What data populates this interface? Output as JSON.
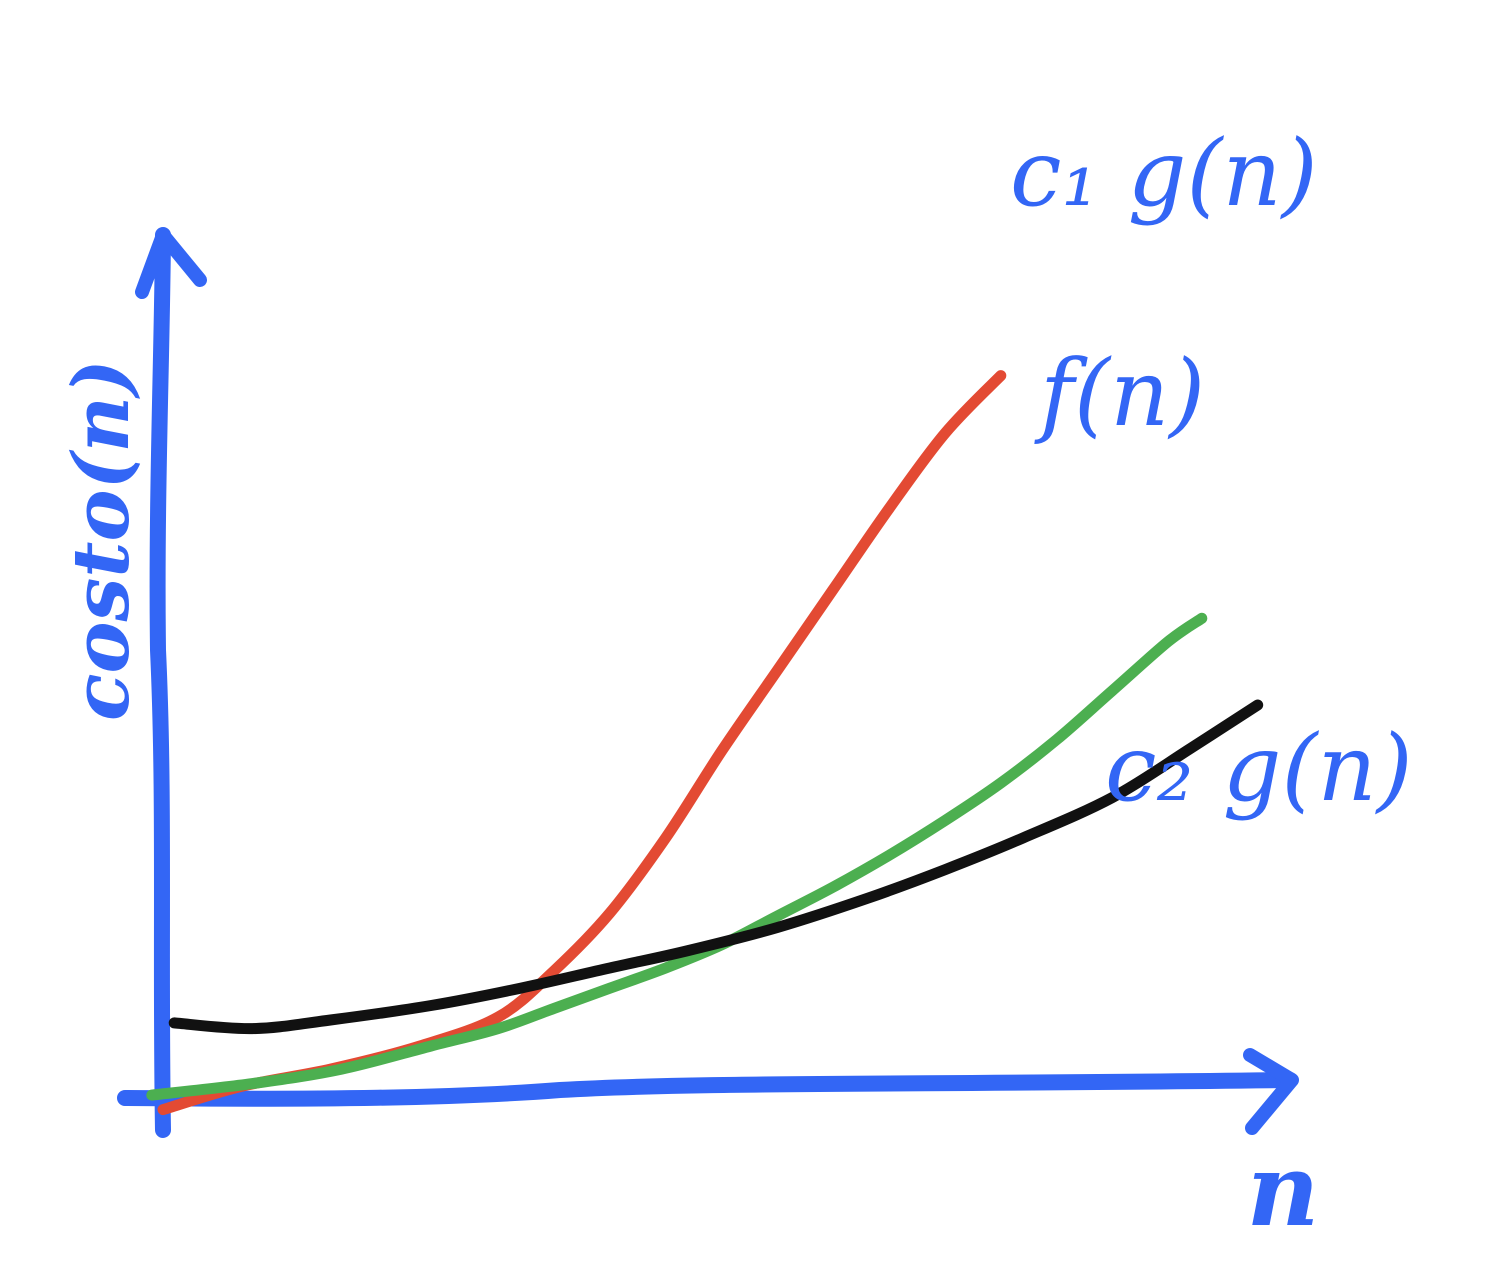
{
  "chart_data": {
    "type": "line",
    "title": "",
    "xlabel": "n",
    "ylabel": "costo(n)",
    "xlim": [
      0,
      10
    ],
    "ylim": [
      0,
      10
    ],
    "grid": false,
    "series": [
      {
        "name": "c₁ g(n)",
        "color": "#e34a33",
        "x": [
          0,
          0.7,
          1.5,
          2.3,
          3.0,
          3.5,
          4.0,
          4.5,
          5.0,
          5.5,
          6.0,
          6.5,
          7.0,
          7.5
        ],
        "y": [
          -0.2,
          0.2,
          0.5,
          0.9,
          1.4,
          2.2,
          3.2,
          4.5,
          6.0,
          7.4,
          8.8,
          10.2,
          11.5,
          12.5
        ]
      },
      {
        "name": "f(n)",
        "color": "#4caf50",
        "x": [
          -0.1,
          0.8,
          1.6,
          2.4,
          3.0,
          3.5,
          4.0,
          4.5,
          5.0,
          5.5,
          6.0,
          6.5,
          7.0,
          7.5,
          8.0,
          8.5,
          9.0,
          9.3
        ],
        "y": [
          0.05,
          0.25,
          0.5,
          0.9,
          1.2,
          1.55,
          1.9,
          2.25,
          2.65,
          3.15,
          3.65,
          4.2,
          4.8,
          5.45,
          6.2,
          7.05,
          7.9,
          8.3
        ]
      },
      {
        "name": "c₂ g(n)",
        "color": "#111111",
        "x": [
          0.1,
          0.8,
          1.5,
          2.4,
          3.2,
          4.0,
          4.7,
          5.5,
          6.3,
          7.0,
          7.7,
          8.5,
          9.2,
          9.8
        ],
        "y": [
          1.3,
          1.2,
          1.35,
          1.6,
          1.9,
          2.25,
          2.55,
          2.95,
          3.45,
          3.95,
          4.5,
          5.2,
          6.05,
          6.8
        ]
      }
    ]
  }
}
